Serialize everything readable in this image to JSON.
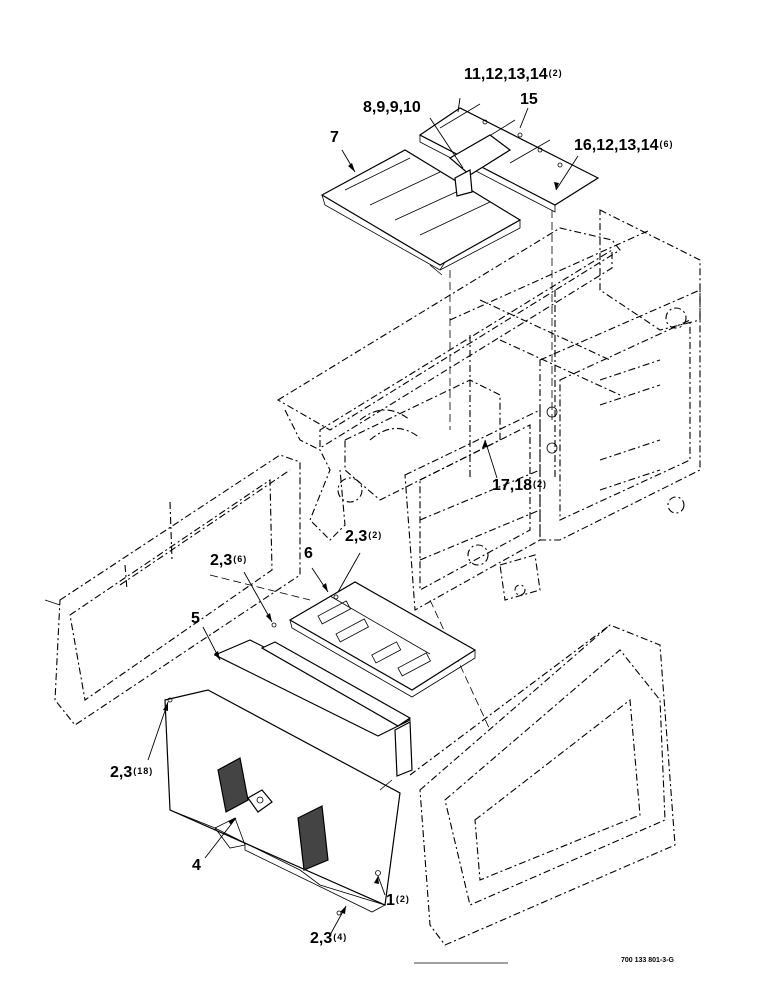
{
  "callouts": [
    {
      "id": "c1",
      "text": "11,12,13,14",
      "qty": "(2)"
    },
    {
      "id": "c2",
      "text": "15",
      "qty": ""
    },
    {
      "id": "c3",
      "text": "8,9,9,10",
      "qty": ""
    },
    {
      "id": "c4",
      "text": "7",
      "qty": ""
    },
    {
      "id": "c5",
      "text": "16,12,13,14",
      "qty": "(6)"
    },
    {
      "id": "c6",
      "text": "17,18",
      "qty": "(2)"
    },
    {
      "id": "c7",
      "text": "6",
      "qty": ""
    },
    {
      "id": "c8",
      "text": "2,3",
      "qty": "(2)"
    },
    {
      "id": "c9",
      "text": "2,3",
      "qty": "(6)"
    },
    {
      "id": "c10",
      "text": "5",
      "qty": ""
    },
    {
      "id": "c11",
      "text": "2,3",
      "qty": "(18)"
    },
    {
      "id": "c12",
      "text": "4",
      "qty": ""
    },
    {
      "id": "c13",
      "text": "1",
      "qty": "(2)"
    },
    {
      "id": "c14",
      "text": "2,3",
      "qty": "(4)"
    }
  ],
  "document_id": "700 133 801-3-G"
}
